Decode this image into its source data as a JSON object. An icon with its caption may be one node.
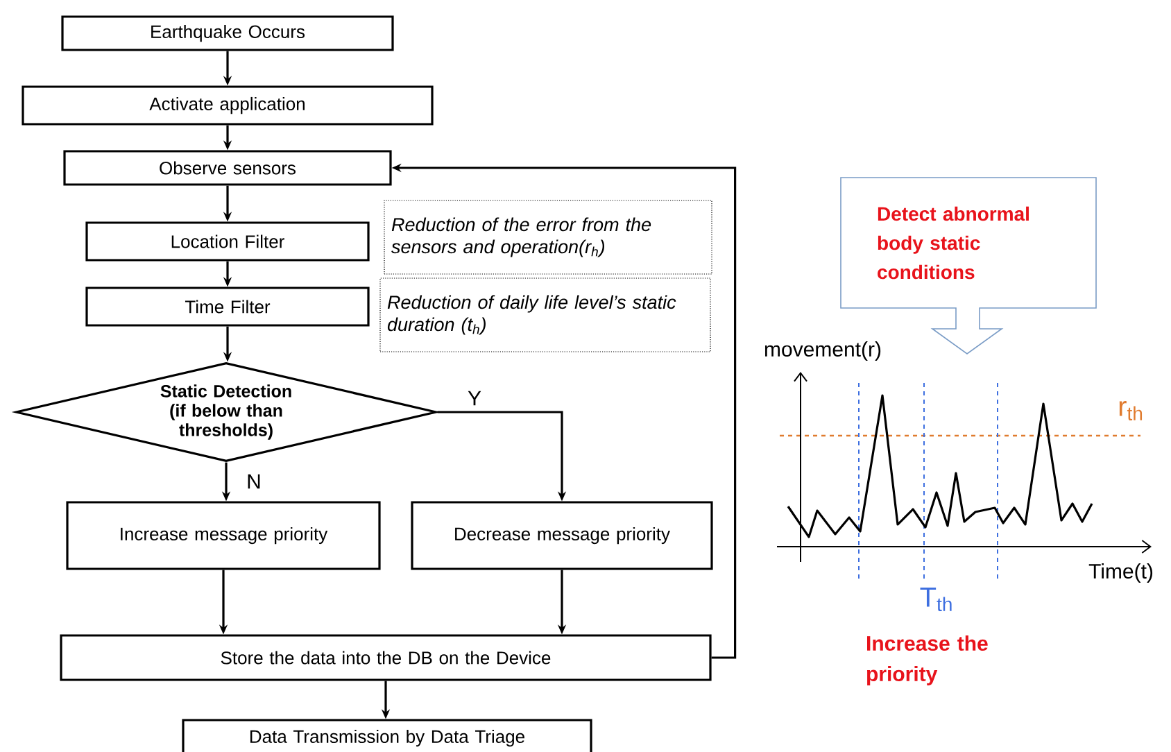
{
  "diagram": {
    "nodes": [
      {
        "text": [
          "Earthquake Occurs"
        ]
      },
      {
        "text": [
          "Activate application"
        ]
      },
      {
        "text": [
          "Observe sensors"
        ]
      },
      {
        "text": [
          "Location Filter"
        ]
      },
      {
        "text": [
          "Time Filter"
        ]
      },
      {
        "text": [
          "Static Detection (if below than thresholds)"
        ]
      },
      {
        "text": [
          "Increase message priority"
        ]
      },
      {
        "text": [
          "Decrease message priority"
        ]
      },
      {
        "text": [
          "Store the data into the DB on the Device"
        ]
      },
      {
        "text": [
          "Data Transmission by Data Triage"
        ]
      },
      {
        "text": [
          "Reduction of the error  from the sensors and operation(r$_{h}$)"
        ]
      },
      {
        "text": [
          "Reduction of daily life level’s static duration (t$_{h}$)"
        ]
      },
      {
        "text": [
          "Detect abnormal body static conditions"
        ]
      }
    ],
    "edges": [
      {
        "from": 0,
        "to": 1,
        "arrow": "to"
      },
      {
        "from": 1,
        "to": 2,
        "arrow": "to"
      },
      {
        "from": 2,
        "to": 3,
        "arrow": "to"
      },
      {
        "from": 3,
        "to": 4,
        "arrow": "to"
      },
      {
        "from": 4,
        "to": 5,
        "arrow": "to"
      },
      {
        "from": 5,
        "to": 7,
        "arrow": "to",
        "label": "Y"
      },
      {
        "from": 5,
        "to": 6,
        "arrow": "to",
        "label": "N"
      },
      {
        "from": 6,
        "to": 8,
        "arrow": "to"
      },
      {
        "from": 7,
        "to": 8,
        "arrow": "to"
      },
      {
        "from": 8,
        "to": 9,
        "arrow": "to"
      },
      {
        "from": 8,
        "to": 2,
        "arrow": "to"
      }
    ],
    "labels": [
      "movement(r)",
      "r$_{th}$",
      "Time(t)",
      "T$_{th}$",
      "Increase the priority"
    ]
  }
}
